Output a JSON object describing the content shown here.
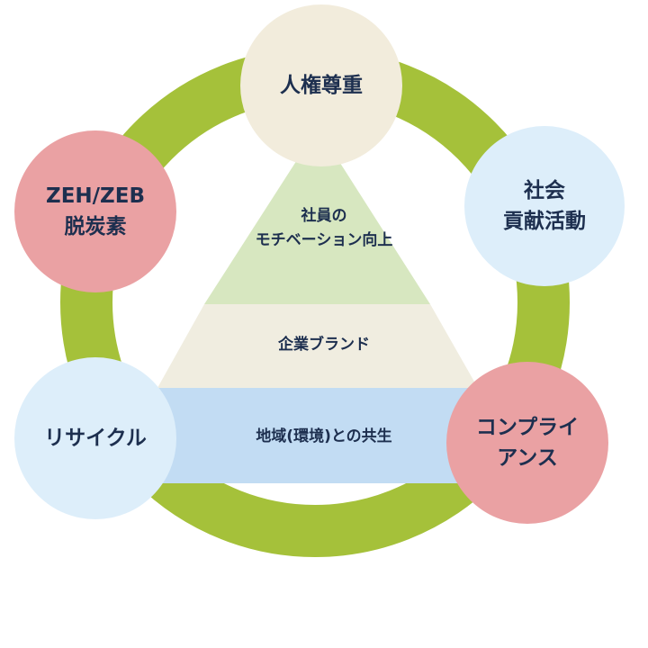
{
  "colors": {
    "ring": "#a5c13a",
    "beige": "#f2ecdc",
    "pink": "#eaa1a3",
    "light_blue": "#ddeefa",
    "pyramid_top": "#d7e7c0",
    "pyramid_middle": "#f0ede0",
    "pyramid_bottom": "#c2dcf3",
    "text": "#1d2f4f"
  },
  "circles": {
    "human_rights": {
      "line1": "人権尊重"
    },
    "social": {
      "line1": "社会",
      "line2": "貢献活動"
    },
    "compliance": {
      "line1": "コンプライ",
      "line2": "アンス"
    },
    "recycle": {
      "line1": "リサイクル"
    },
    "zeh": {
      "line1": "ZEH/ZEB",
      "line2": "脱炭素"
    }
  },
  "pyramid": {
    "top": {
      "line1": "社員の",
      "line2": "モチベーション向上"
    },
    "middle": {
      "line1": "企業ブランド"
    },
    "bottom": {
      "line1": "地域(環境)との共生"
    }
  }
}
